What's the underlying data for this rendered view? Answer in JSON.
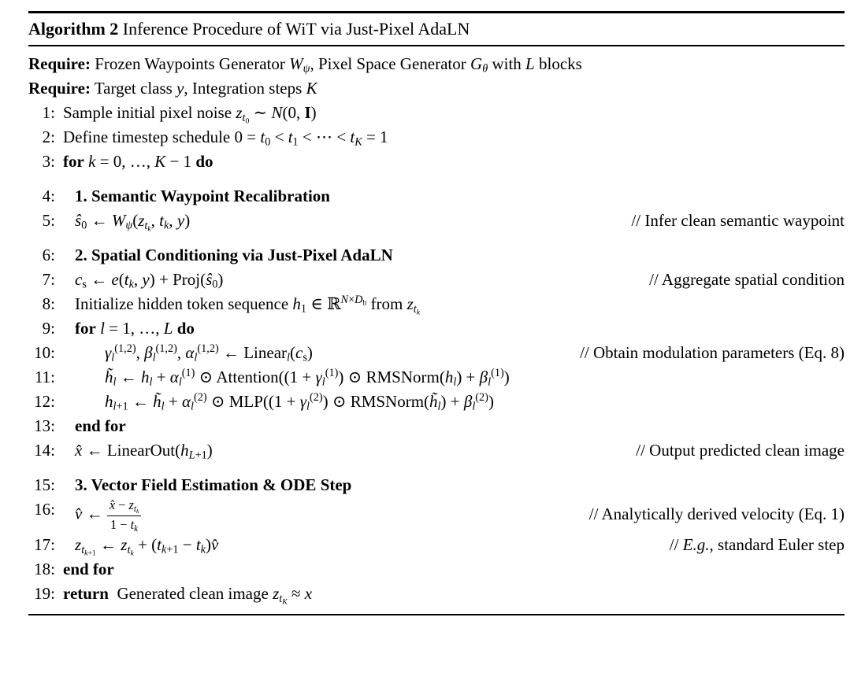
{
  "header": {
    "label": "Algorithm 2",
    "title": "Inference Procedure of WiT via Just-Pixel AdaLN"
  },
  "require_keyword": "Require:",
  "requires": [
    {
      "body": "Frozen Waypoints Generator <i>W</i><sub><i>ψ</i></sub>, Pixel Space Generator <i>G</i><sub><i>θ</i></sub> with <i>L</i> blocks"
    },
    {
      "body": "Target class <i>y</i>, Integration steps <i>K</i>"
    }
  ],
  "lines": [
    {
      "num": "1:",
      "indent": 0,
      "gap": false,
      "body": "Sample initial pixel noise <i>z</i><sub><i>t</i><sub>0</sub></sub> ∼ <span class='cal'>N</span>(0, <b>I</b>)",
      "comment": ""
    },
    {
      "num": "2:",
      "indent": 0,
      "gap": false,
      "body": "Define timestep schedule 0 = <i>t</i><sub>0</sub> &lt; <i>t</i><sub>1</sub> &lt; ⋯ &lt; <i>t</i><sub><i>K</i></sub> = 1",
      "comment": ""
    },
    {
      "num": "3:",
      "indent": 0,
      "gap": false,
      "body": "<b>for</b> <i>k</i> = 0, …, <i>K</i> − 1 <b>do</b>",
      "comment": ""
    },
    {
      "num": "4:",
      "indent": 1,
      "gap": true,
      "body": "<b>1. Semantic Waypoint Recalibration</b>",
      "comment": ""
    },
    {
      "num": "5:",
      "indent": 1,
      "gap": false,
      "body": "<i>ŝ</i><sub>0</sub> ← <i>W</i><sub><i>ψ</i></sub>(<i>z</i><sub><i>t</i><sub><i>k</i></sub></sub>, <i>t</i><sub><i>k</i></sub>, <i>y</i>)",
      "comment": "// Infer clean semantic waypoint"
    },
    {
      "num": "6:",
      "indent": 1,
      "gap": true,
      "body": "<b>2. Spatial Conditioning via Just-Pixel AdaLN</b>",
      "comment": ""
    },
    {
      "num": "7:",
      "indent": 1,
      "gap": false,
      "body": "<i>c</i><sub>s</sub> ← <i>e</i>(<i>t</i><sub><i>k</i></sub>, <i>y</i>) + Proj(<i>ŝ</i><sub>0</sub>)",
      "comment": "// Aggregate spatial condition"
    },
    {
      "num": "8:",
      "indent": 1,
      "gap": false,
      "body": "Initialize hidden token sequence <i>h</i><sub>1</sub> ∈ ℝ<sup><i>N</i>×<i>D</i><sub>h</sub></sup> from <i>z</i><sub><i>t</i><sub><i>k</i></sub></sub>",
      "comment": ""
    },
    {
      "num": "9:",
      "indent": 1,
      "gap": false,
      "body": "<b>for</b> <i>l</i> = 1, …, <i>L</i> <b>do</b>",
      "comment": ""
    },
    {
      "num": "10:",
      "indent": 2,
      "gap": false,
      "body": "<i>γ</i><sub><i>l</i></sub><sup>(1,2)</sup>, <i>β</i><sub><i>l</i></sub><sup>(1,2)</sup>, <i>α</i><sub><i>l</i></sub><sup>(1,2)</sup> ← Linear<sub><i>l</i></sub>(<i>c</i><sub>s</sub>)",
      "comment": "// Obtain modulation parameters (Eq. 8)"
    },
    {
      "num": "11:",
      "indent": 2,
      "gap": false,
      "body": "<i>h̃</i><sub><i>l</i></sub> ← <i>h</i><sub><i>l</i></sub> + <i>α</i><sub><i>l</i></sub><sup>(1)</sup> ⊙ Attention((1 + <i>γ</i><sub><i>l</i></sub><sup>(1)</sup>) ⊙ RMSNorm(<i>h</i><sub><i>l</i></sub>) + <i>β</i><sub><i>l</i></sub><sup>(1)</sup>)",
      "comment": ""
    },
    {
      "num": "12:",
      "indent": 2,
      "gap": false,
      "body": "<i>h</i><sub><i>l</i>+1</sub> ← <i>h̃</i><sub><i>l</i></sub> + <i>α</i><sub><i>l</i></sub><sup>(2)</sup> ⊙ MLP((1 + <i>γ</i><sub><i>l</i></sub><sup>(2)</sup>) ⊙ RMSNorm(<i>h̃</i><sub><i>l</i></sub>) + <i>β</i><sub><i>l</i></sub><sup>(2)</sup>)",
      "comment": ""
    },
    {
      "num": "13:",
      "indent": 1,
      "gap": false,
      "body": "<b>end for</b>",
      "comment": ""
    },
    {
      "num": "14:",
      "indent": 1,
      "gap": false,
      "body": "<i>x̂</i> ← LinearOut(<i>h</i><sub><i>L</i>+1</sub>)",
      "comment": "// Output predicted clean image"
    },
    {
      "num": "15:",
      "indent": 1,
      "gap": true,
      "body": "<b>3. Vector Field Estimation &amp; ODE Step</b>",
      "comment": ""
    },
    {
      "num": "16:",
      "indent": 1,
      "gap": false,
      "body": "<i>v̂</i> ← <span class='frac'><span class='fnum'><i>x̂</i> − <i>z</i><sub><i>t</i><sub><i>k</i></sub></sub></span><span class='fden'>1 − <i>t</i><sub><i>k</i></sub></span></span>",
      "comment": "// Analytically derived velocity (Eq. 1)"
    },
    {
      "num": "17:",
      "indent": 1,
      "gap": false,
      "body": "<i>z</i><sub><i>t</i><sub><i>k</i>+1</sub></sub> ← <i>z</i><sub><i>t</i><sub><i>k</i></sub></sub> + (<i>t</i><sub><i>k</i>+1</sub> − <i>t</i><sub><i>k</i></sub>)<i>v̂</i>",
      "comment": "// <i>E.g.</i>, standard Euler step"
    },
    {
      "num": "18:",
      "indent": 0,
      "gap": false,
      "body": "<b>end for</b>",
      "comment": ""
    },
    {
      "num": "19:",
      "indent": 0,
      "gap": false,
      "body": "<b>return</b>&nbsp; Generated clean image <i>z</i><sub><i>t</i><sub><i>K</i></sub></sub> ≈ <i>x</i>",
      "comment": ""
    }
  ]
}
